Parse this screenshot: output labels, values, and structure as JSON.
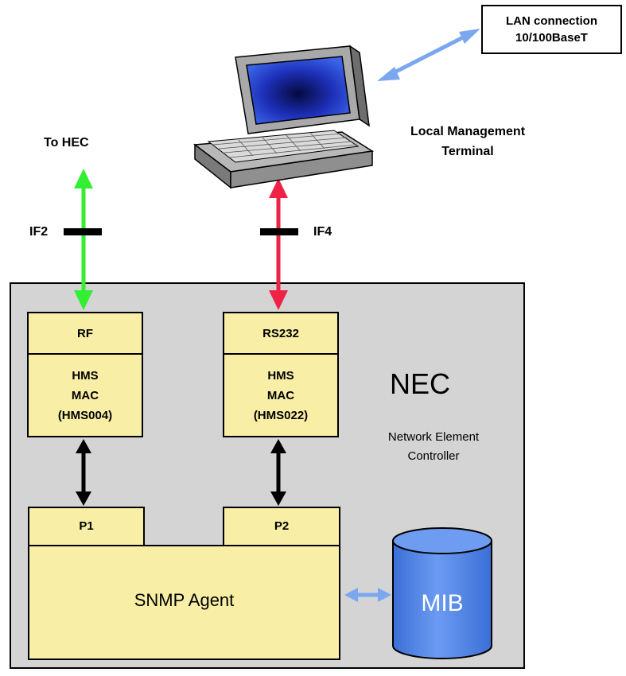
{
  "lan": {
    "line1": "LAN connection",
    "line2": "10/100BaseT"
  },
  "terminal": {
    "line1": "Local Management",
    "line2": "Terminal"
  },
  "to_hec": "To HEC",
  "if2": "IF2",
  "if4": "IF4",
  "rf_box": {
    "header": "RF",
    "line1": "HMS",
    "line2": "MAC",
    "line3": "(HMS004)"
  },
  "rs232_box": {
    "header": "RS232",
    "line1": "HMS",
    "line2": "MAC",
    "line3": "(HMS022)"
  },
  "nec": {
    "title": "NEC",
    "line1": "Network Element",
    "line2": "Controller"
  },
  "p1": "P1",
  "p2": "P2",
  "snmp": "SNMP Agent",
  "mib": "MIB",
  "colors": {
    "nec_background": "#d4d4d4",
    "module_fill": "#f9eea6",
    "arrow_green": "#33ee33",
    "arrow_red": "#ee2244",
    "arrow_blue": "#7aa7f0",
    "mib_fill": "#4f84e8",
    "laptop_screen": "#1f3fd6"
  }
}
